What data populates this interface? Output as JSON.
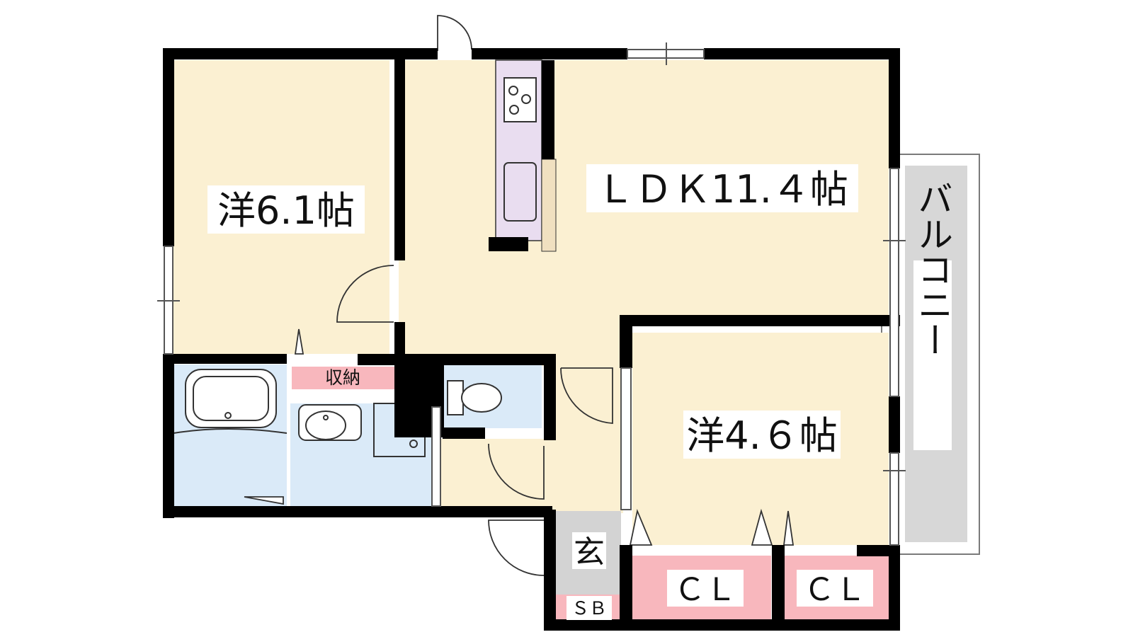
{
  "plan": {
    "rooms": {
      "western_a": "洋6.1帖",
      "ldk": "ＬＤＫ11.４帖",
      "western_b": "洋4.６帖",
      "storage": "収納",
      "balcony": "バルコニー",
      "entrance": "玄",
      "shoe_box": "ＳＢ",
      "closet_a": "ＣＬ",
      "closet_b": "ＣＬ"
    },
    "colors": {
      "room_floor": "#fbf0d2",
      "wet_area": "#daeaf8",
      "kitchen": "#e9ddf0",
      "storage": "#f8b7bd",
      "balcony": "#d7d7d7",
      "entrance": "#d3d3d3",
      "wall": "#000000"
    }
  }
}
